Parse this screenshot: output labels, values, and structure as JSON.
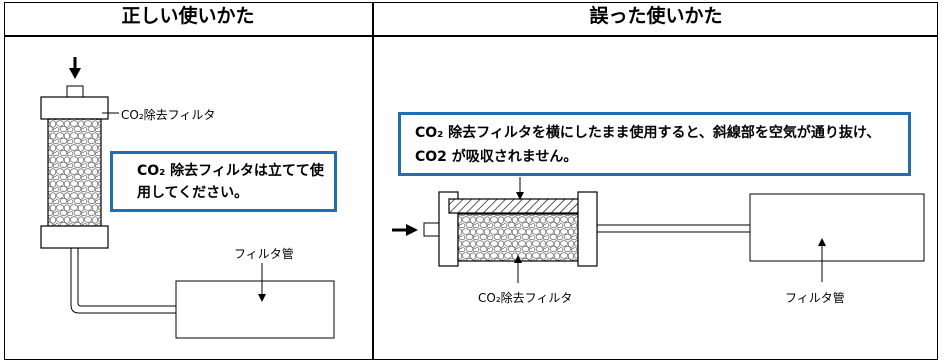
{
  "headers": {
    "correct": "正しい使いかた",
    "wrong": "誤った使いかた"
  },
  "left_panel": {
    "filter_label": "CO₂除去フィルタ",
    "callout": "CO₂ 除去フィルタは立てて使用してください。",
    "tube_label": "フィルタ管"
  },
  "right_panel": {
    "callout": "CO₂ 除去フィルタを横にしたまま使用すると、斜線部を空気が通り抜け、CO2 が吸収されません。",
    "filter_label": "CO₂除去フィルタ",
    "tube_label": "フィルタ管"
  },
  "colors": {
    "callout_border": "#1f6fb2",
    "line": "#000000"
  }
}
